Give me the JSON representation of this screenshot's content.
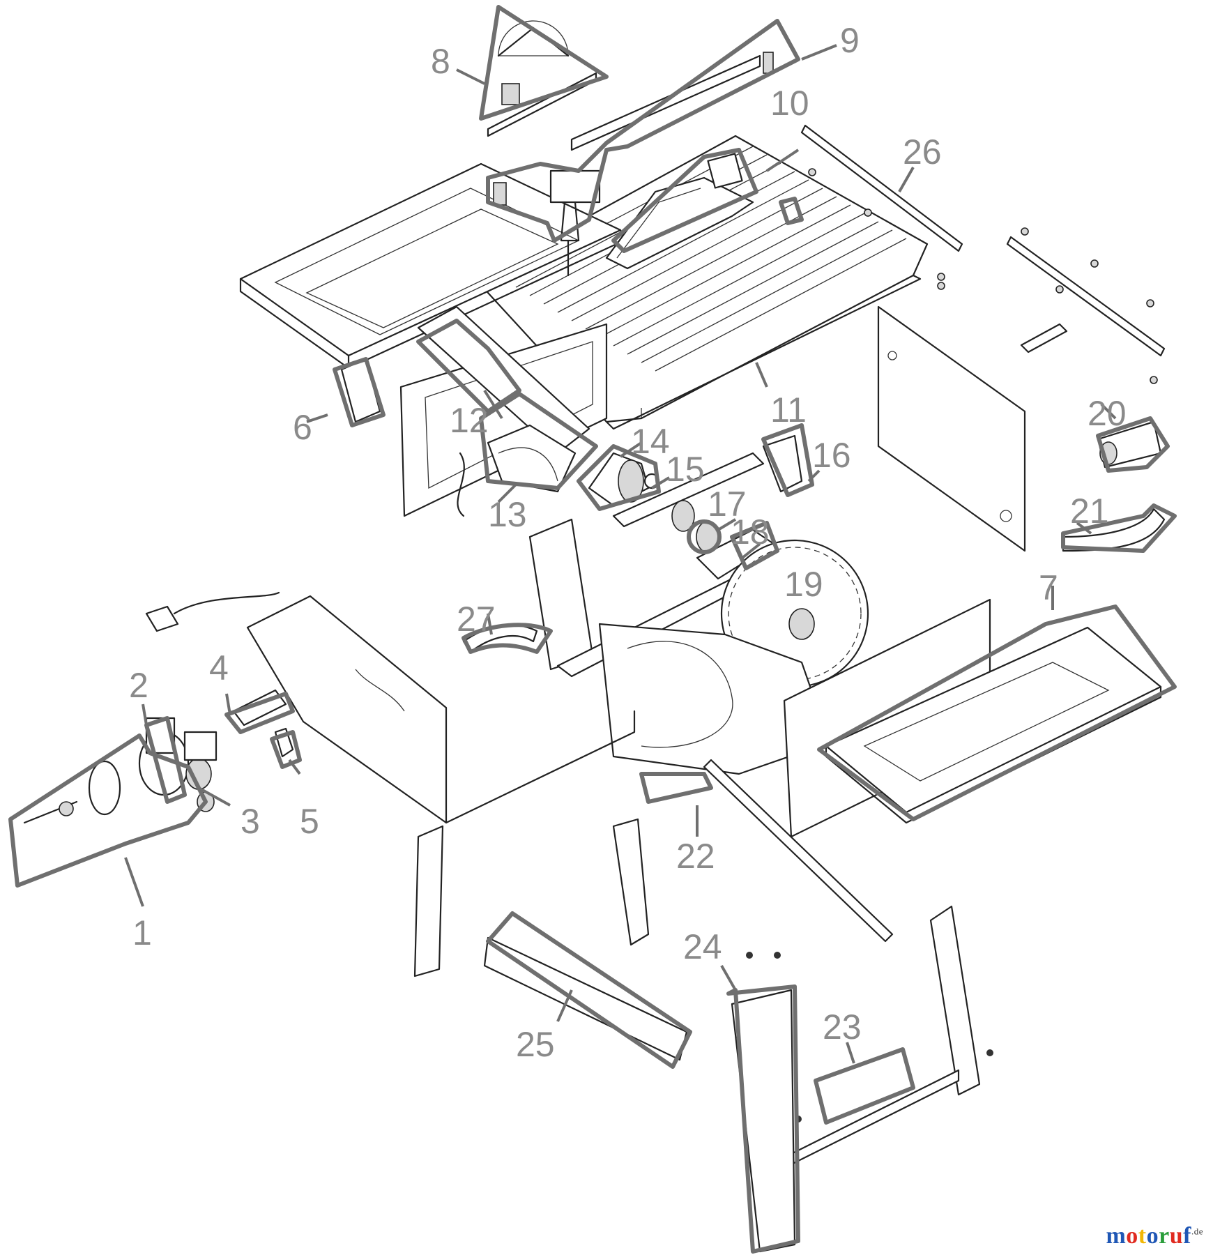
{
  "diagram": {
    "callouts": [
      "1",
      "2",
      "3",
      "4",
      "5",
      "6",
      "7",
      "8",
      "9",
      "10",
      "11",
      "12",
      "13",
      "14",
      "15",
      "16",
      "17",
      "18",
      "19",
      "20",
      "21",
      "22",
      "23",
      "24",
      "25",
      "26",
      "27"
    ]
  },
  "brand": {
    "letters": [
      "m",
      "o",
      "t",
      "o",
      "r",
      "u",
      "f"
    ],
    "letter_colors": [
      "#1f57b5",
      "#e02b20",
      "#f2b705",
      "#1f57b5",
      "#2a9d3a",
      "#e02b20",
      "#1f57b5"
    ],
    "suffix": ".de"
  }
}
